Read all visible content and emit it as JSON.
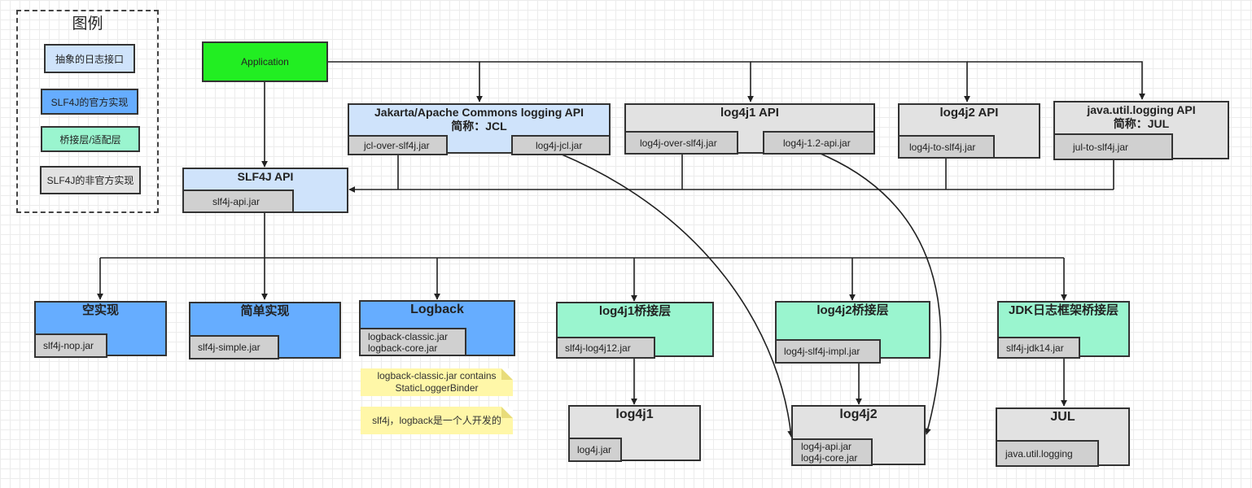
{
  "legend": {
    "title": "图例",
    "items": [
      "抽象的日志接口",
      "SLF4J的官方实现",
      "桥接层/适配层",
      "SLF4J的非官方实现"
    ],
    "colors": [
      "#cfe3fb",
      "#66adff",
      "#9af5cf",
      "#e2e2e2"
    ]
  },
  "application": {
    "label": "Application",
    "color": "#22ee22"
  },
  "slf4j_api": {
    "title": "SLF4J API",
    "jar": "slf4j-api.jar"
  },
  "jcl": {
    "title": "Jakarta/Apache Commons logging API",
    "subtitle": "简称：JCL",
    "jar_left": "jcl-over-slf4j.jar",
    "jar_right": "log4j-jcl.jar"
  },
  "log4j1_api": {
    "title": "log4j1 API",
    "jar_left": "log4j-over-slf4j.jar",
    "jar_right": "log4j-1.2-api.jar"
  },
  "log4j2_api": {
    "title": "log4j2 API",
    "jar": "log4j-to-slf4j.jar"
  },
  "jul_api": {
    "title": "java.util.logging API",
    "subtitle": "简称：JUL",
    "jar": "jul-to-slf4j.jar"
  },
  "nop": {
    "title": "空实现",
    "jar": "slf4j-nop.jar"
  },
  "simple": {
    "title": "简单实现",
    "jar": "slf4j-simple.jar"
  },
  "logback": {
    "title": "Logback",
    "jar_line1": "logback-classic.jar",
    "jar_line2": "logback-core.jar"
  },
  "log4j1_bridge": {
    "title": "log4j1桥接层",
    "jar": "slf4j-log4j12.jar"
  },
  "log4j2_bridge": {
    "title": "log4j2桥接层",
    "jar": "log4j-slf4j-impl.jar"
  },
  "jdk_bridge": {
    "title": "JDK日志框架桥接层",
    "jar": "slf4j-jdk14.jar"
  },
  "log4j1": {
    "title": "log4j1",
    "jar": "log4j.jar"
  },
  "log4j2": {
    "title": "log4j2",
    "jar_line1": "log4j-api.jar",
    "jar_line2": "log4j-core.jar"
  },
  "jul": {
    "title": "JUL",
    "jar": "java.util.logging"
  },
  "notes": {
    "note1_line1": "logback-classic.jar contains",
    "note1_line2": "StaticLoggerBinder",
    "note2": "slf4j，logback是一个人开发的"
  }
}
